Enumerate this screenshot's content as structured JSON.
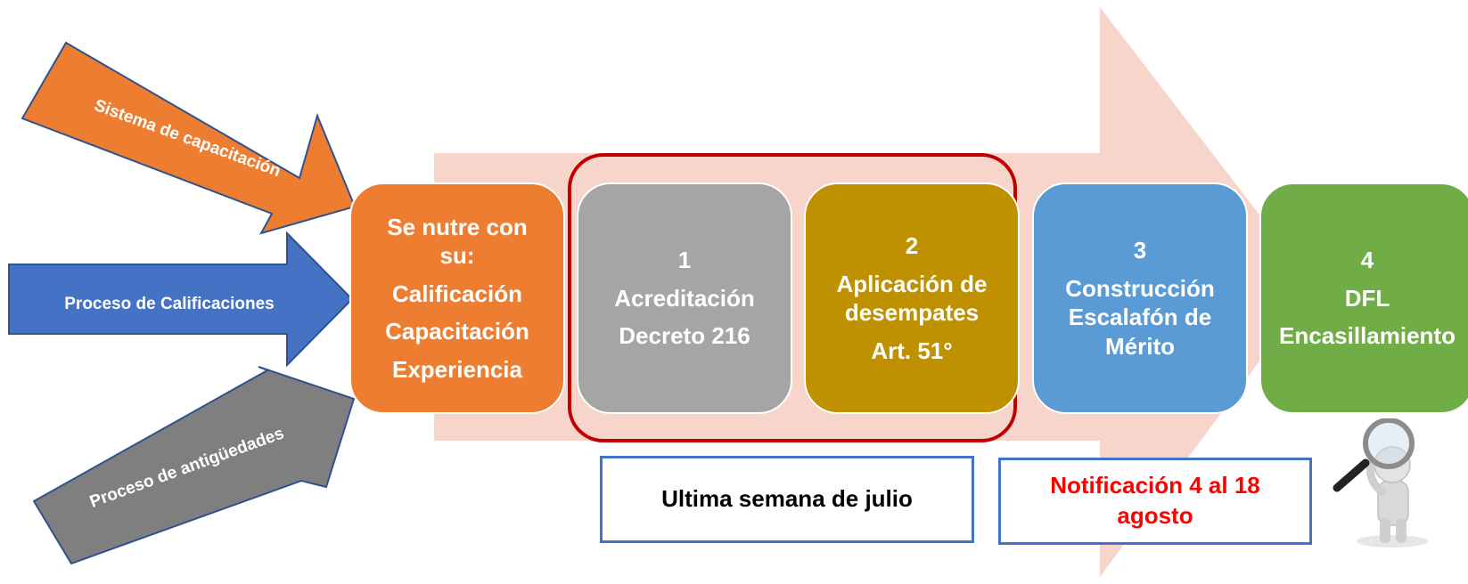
{
  "inputs": [
    {
      "label": "Sistema de capacitación",
      "color": "#ED7D31"
    },
    {
      "label": "Proceso de Calificaciones",
      "color": "#4472C4"
    },
    {
      "label": "Proceso de antigüedades",
      "color": "#7F7F7F"
    }
  ],
  "source_box": {
    "lines": [
      "Se nutre con",
      "su:",
      "Calificación",
      "Capacitación",
      "Experiencia"
    ],
    "color": "#ED7D31"
  },
  "steps": [
    {
      "number": "1",
      "lines": [
        "Acreditación",
        "Decreto 216"
      ],
      "color": "#A5A5A5"
    },
    {
      "number": "2",
      "lines": [
        "Aplicación de",
        "desempates",
        "Art. 51°"
      ],
      "color": "#BF9000"
    },
    {
      "number": "3",
      "lines": [
        "Construcción",
        "Escalafón de",
        "Mérito"
      ],
      "color": "#5B9BD5"
    },
    {
      "number": "4",
      "lines": [
        "DFL",
        "Encasillamiento"
      ],
      "color": "#70AD47"
    }
  ],
  "notes": [
    {
      "lines": [
        "Ultima semana de julio"
      ],
      "color": "#000000"
    },
    {
      "lines": [
        "Notificación 4 al 18",
        "agosto"
      ],
      "color": "#FF0000"
    }
  ],
  "watermark_icon": "magnifier-person-icon",
  "colors": {
    "big_arrow": "#F8D5CB",
    "group_frame": "#C00000",
    "note_border": "#4472C4"
  }
}
